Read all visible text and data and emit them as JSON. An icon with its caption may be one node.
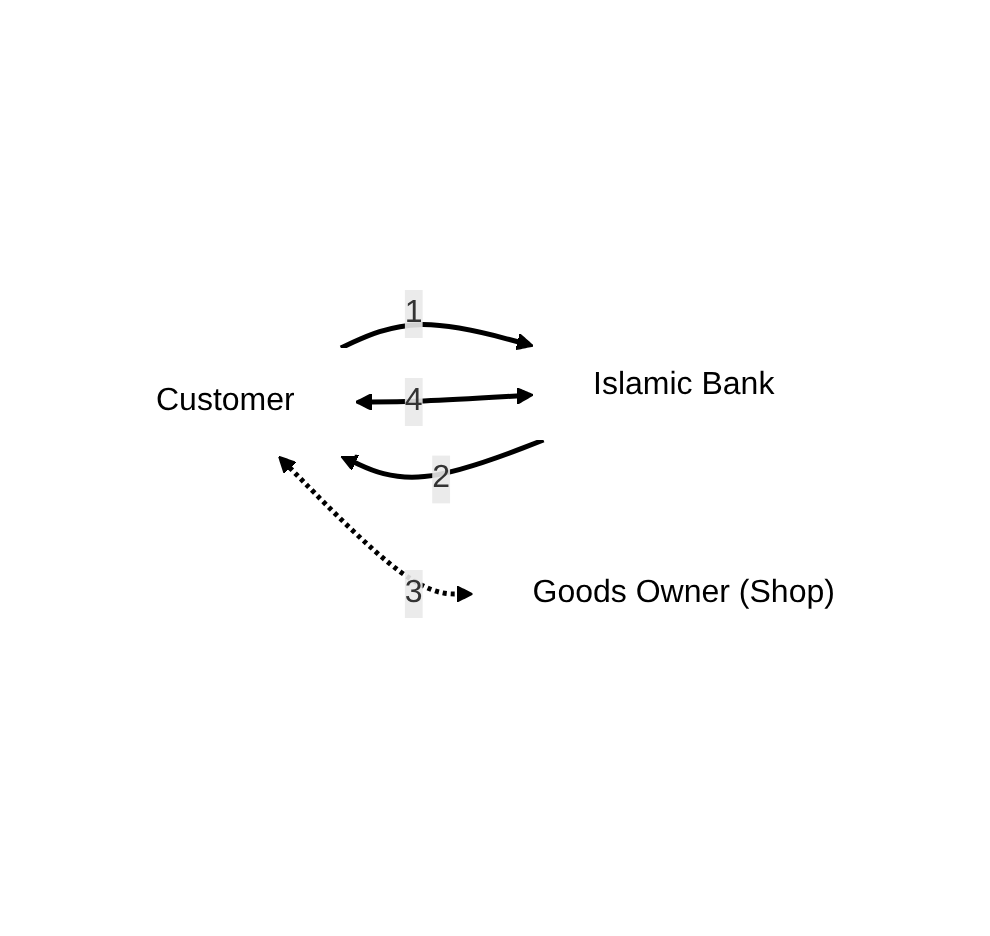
{
  "diagram": {
    "nodes": [
      {
        "text": [
          "Customer"
        ]
      },
      {
        "text": [
          "Islamic Bank"
        ]
      },
      {
        "text": [
          "Goods Owner (Shop)"
        ]
      }
    ],
    "edges": [
      {
        "from": 0,
        "to": 1,
        "arrow": "to",
        "label": "1"
      },
      {
        "from": 1,
        "to": 0,
        "arrow": "to",
        "label": "2"
      },
      {
        "from": 0,
        "to": 2,
        "arrow": "both",
        "label": "3",
        "style": "dashed"
      },
      {
        "from": 0,
        "to": 1,
        "arrow": "both",
        "label": "4"
      }
    ]
  }
}
